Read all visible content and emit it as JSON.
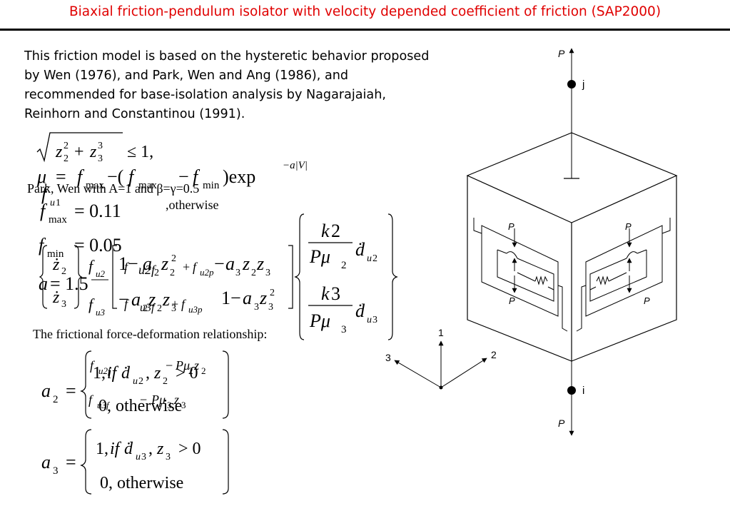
{
  "header": {
    "title": "Biaxial friction-pendulum isolator with velocity depended coefficient of friction (SAP2000)"
  },
  "intro": {
    "text": "This friction model is based on the hysteretic behavior proposed by Wen (1976), and Park, Wen and Ang (1986), and recommended for base-isolation analysis by Nagarajaiah, Reinhorn and Constantinou (1991)."
  },
  "notes": {
    "park_wen": "Park, Wen with A=1 and β=γ=0.5",
    "otherwise": ",otherwise",
    "relationship": "The frictional force-deformation relationship:"
  },
  "equations": {
    "constraint": "≤ 1,",
    "f_max": "= 0.11",
    "f_min": "= 0.05",
    "a_value": "= 1.5",
    "case_otherwise": "0, otherwise",
    "case_if": "1, if"
  },
  "diagram": {
    "node_j": "j",
    "node_i": "i",
    "force_p": "P",
    "axis_1": "1",
    "axis_2": "2",
    "axis_3": "3"
  }
}
